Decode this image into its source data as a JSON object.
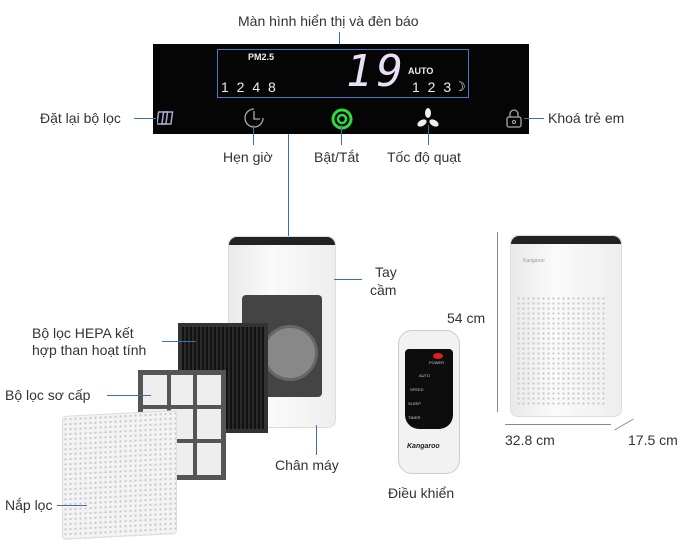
{
  "labels": {
    "display": "Màn hình hiển thị và đèn báo",
    "filter_reset": "Đặt lại bộ lọc",
    "child_lock": "Khoá trẻ em",
    "timer": "Hẹn giờ",
    "power": "Bật/Tắt",
    "fan_speed": "Tốc độ quạt",
    "handle_1": "Tay",
    "handle_2": "cầm",
    "hepa_1": "Bộ lọc HEPA kết",
    "hepa_2": "hợp than hoạt tính",
    "prefilter": "Bộ lọc sơ cấp",
    "cover": "Nắp lọc",
    "base": "Chân máy",
    "remote": "Điều khiển",
    "height": "54 cm",
    "width": "32.8 cm",
    "depth": "17.5 cm"
  },
  "display": {
    "pm_label": "PM2.5",
    "pm_value": "19",
    "timer_levels": "1 2 4 8",
    "mode": "AUTO",
    "speed_levels": "1 2 3",
    "sleep_symbol": "☽"
  },
  "remote": {
    "buttons": [
      "POWER",
      "AUTO",
      "SPEED",
      "SLEEP",
      "TIMER"
    ],
    "brand": "Kangaroo"
  },
  "brand": "Kangaroo",
  "colors": {
    "accent": "#3a6fb5",
    "power": "#2bdc3a"
  }
}
